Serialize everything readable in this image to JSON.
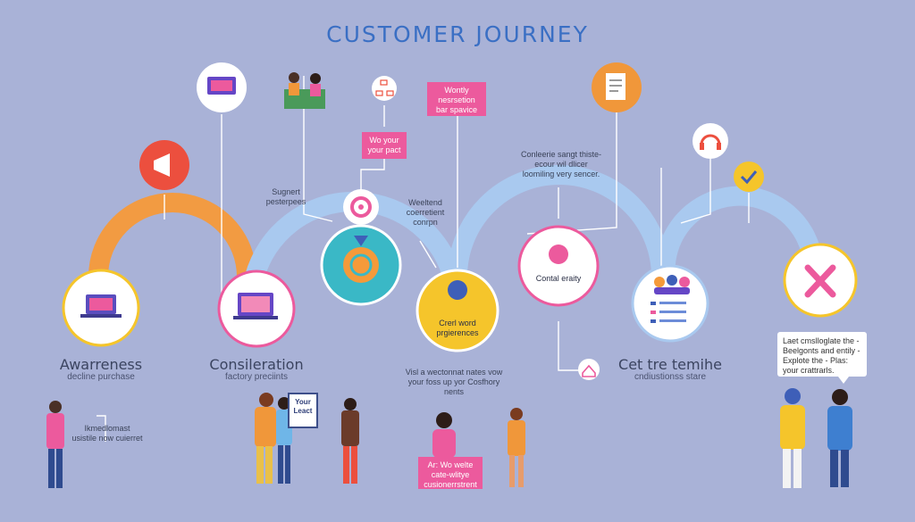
{
  "title": "CUSTOMER JOURNEY",
  "stages": [
    {
      "label": "Awarreness",
      "sublabel": "decline purchase"
    },
    {
      "label": "Consileration",
      "sublabel": "factory preciints"
    },
    {
      "label": "Cet tre temihe",
      "sublabel": "cndiustionss stare"
    }
  ],
  "nodes": {
    "center_yellow": "Crerl word prgierences",
    "center_pink": "Contal eraity"
  },
  "notes": {
    "pink_top": "Wontly nesrsetion bar spavice",
    "pink_mid": "Wo your your pact",
    "pink_bottom": "Ar: Wo welte cate-wlitye cusionerrstrent",
    "suggest": "Sugnert pesterpees",
    "weekend": "Weeltend coerretient conrpn",
    "consider": "Conleerie sangt thiste-ecour wil dlicer loomiling very sencer.",
    "visit": "Visl a wectonnat nates vow your foss up yor Cosfhory nents",
    "awareness_note": "Ikmedlomast usistile now cuierret",
    "sign": "Your Leact",
    "bubble": "Laet cmslloglate the - Beelgonts and entily - Explote the - Plas: your crattrarls."
  },
  "colors": {
    "background": "#a9b2d7",
    "title": "#3a6fc4",
    "arc_orange": "#f59a3a",
    "arc_blue": "#a9c9ef",
    "pink": "#ec5a9d",
    "teal": "#3ab8c6",
    "yellow": "#f5c52b",
    "red": "#ec4f3e",
    "orange": "#f0973a"
  },
  "icons": [
    "laptop-cart-icon",
    "presentation-icon",
    "target-icon",
    "document-icon",
    "users-icon",
    "ribbon-icon",
    "megaphone-icon",
    "monitor-icon",
    "meeting-icon",
    "org-chart-icon",
    "ticket-icon",
    "headphones-icon",
    "checkmark-icon",
    "home-icon",
    "arrow-down-icon"
  ]
}
